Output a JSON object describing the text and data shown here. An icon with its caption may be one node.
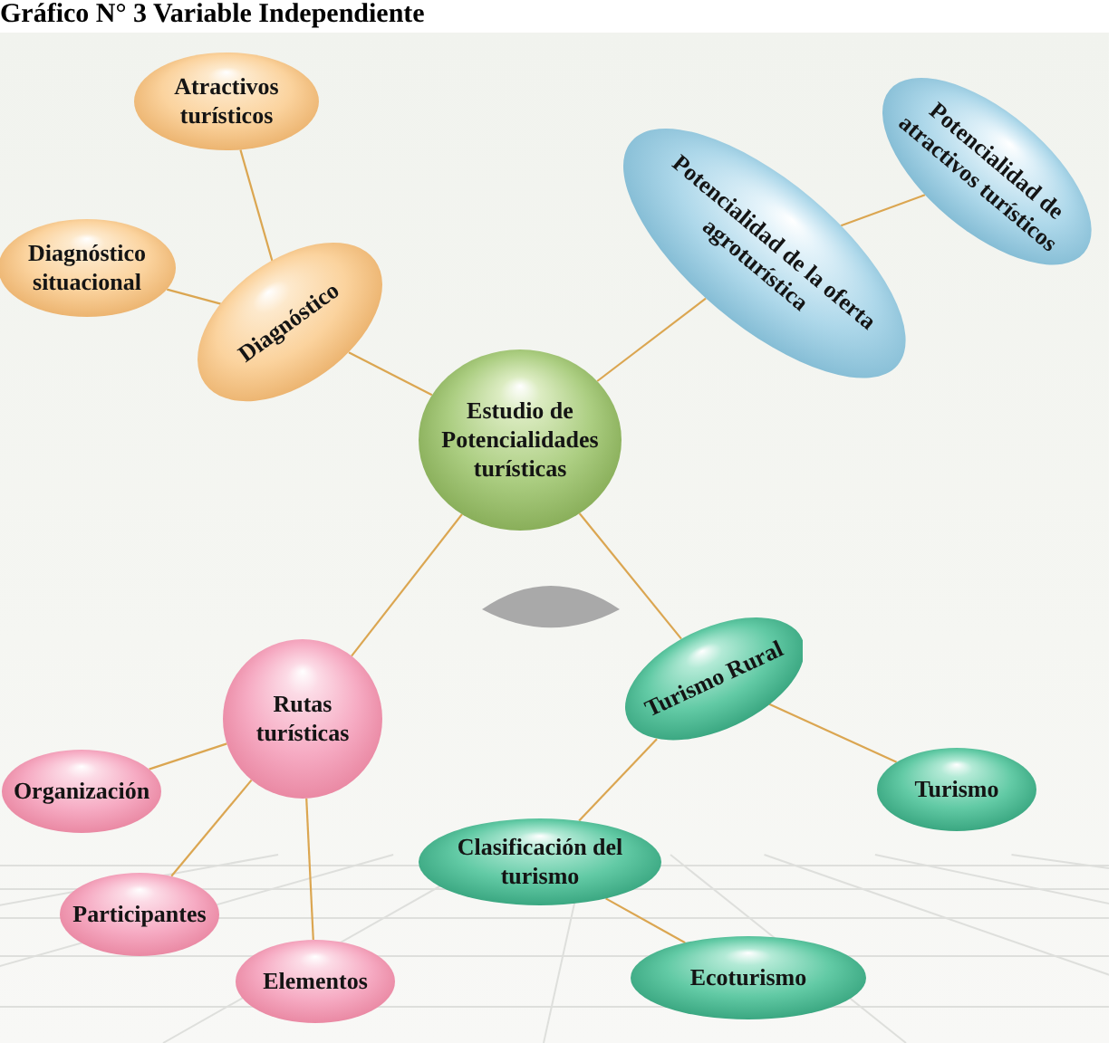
{
  "diagram": {
    "title": "Gráfico N° 3 Variable Independiente",
    "nodes": [
      {
        "text": [
          "Atractivos turísticos"
        ]
      },
      {
        "text": [
          "Diagnóstico situacional"
        ]
      },
      {
        "text": [
          "Diagnóstico"
        ]
      },
      {
        "text": [
          "Estudio de Potencialidades turísticas"
        ]
      },
      {
        "text": [
          "Potencialidad de la oferta agroturística"
        ]
      },
      {
        "text": [
          "Potencialidad de atractivos turísticos"
        ]
      },
      {
        "text": [
          "Rutas turísticas"
        ]
      },
      {
        "text": [
          "Organización"
        ]
      },
      {
        "text": [
          "Participantes"
        ]
      },
      {
        "text": [
          "Elementos"
        ]
      },
      {
        "text": [
          "Turismo Rural"
        ]
      },
      {
        "text": [
          "Turismo"
        ]
      },
      {
        "text": [
          "Clasificación del turismo"
        ]
      },
      {
        "text": [
          "Ecoturismo"
        ]
      }
    ],
    "edges": [
      {
        "from": 2,
        "to": 0,
        "arrow": "none"
      },
      {
        "from": 2,
        "to": 1,
        "arrow": "none"
      },
      {
        "from": 3,
        "to": 2,
        "arrow": "none"
      },
      {
        "from": 3,
        "to": 4,
        "arrow": "none"
      },
      {
        "from": 4,
        "to": 5,
        "arrow": "none"
      },
      {
        "from": 3,
        "to": 6,
        "arrow": "none"
      },
      {
        "from": 3,
        "to": 10,
        "arrow": "none"
      },
      {
        "from": 6,
        "to": 7,
        "arrow": "none"
      },
      {
        "from": 6,
        "to": 8,
        "arrow": "none"
      },
      {
        "from": 6,
        "to": 9,
        "arrow": "none"
      },
      {
        "from": 10,
        "to": 11,
        "arrow": "none"
      },
      {
        "from": 10,
        "to": 12,
        "arrow": "none"
      },
      {
        "from": 12,
        "to": 13,
        "arrow": "none"
      }
    ]
  }
}
